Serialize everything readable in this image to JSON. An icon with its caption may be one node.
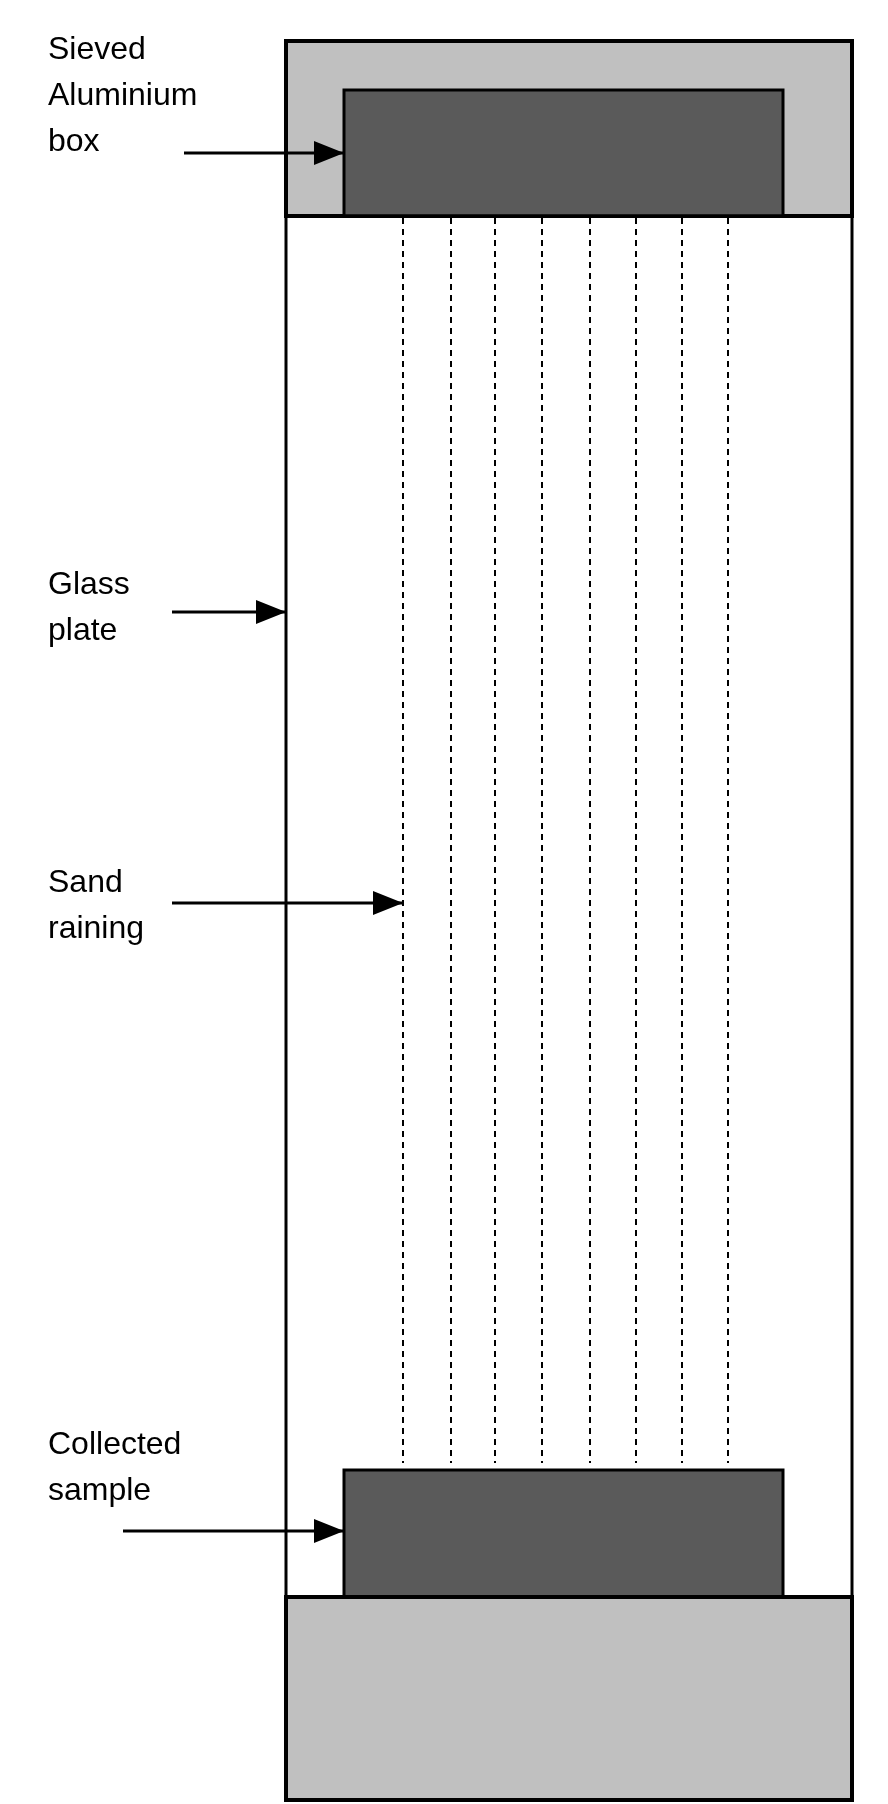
{
  "diagram": {
    "nodes": [
      {
        "text": [
          "Sieved Aluminium box"
        ]
      },
      {
        "text": [],
        "shape": "box"
      },
      {
        "text": [],
        "shape": "box",
        "in": 1
      },
      {
        "text": [
          "Glass plate"
        ]
      },
      {
        "text": [],
        "shape": "box"
      },
      {
        "text": [
          "Sand raining"
        ]
      },
      {
        "text": [],
        "shape": "line",
        "in": 4
      },
      {
        "text": [],
        "shape": "line",
        "in": 4
      },
      {
        "text": [],
        "shape": "line",
        "in": 4
      },
      {
        "text": [],
        "shape": "line",
        "in": 4
      },
      {
        "text": [],
        "shape": "line",
        "in": 4
      },
      {
        "text": [],
        "shape": "line",
        "in": 4
      },
      {
        "text": [],
        "shape": "line",
        "in": 4
      },
      {
        "text": [],
        "shape": "line",
        "in": 4
      },
      {
        "text": [
          "Collected sample"
        ]
      },
      {
        "text": [],
        "shape": "box",
        "in": 4
      },
      {
        "text": [],
        "shape": "box"
      }
    ],
    "edges": [
      {
        "from": 0,
        "to": 2,
        "arrow": "to"
      },
      {
        "from": 3,
        "to": 4,
        "arrow": "to"
      },
      {
        "from": 5,
        "to": 6,
        "arrow": "to"
      },
      {
        "from": 14,
        "to": 15,
        "arrow": "to"
      }
    ]
  }
}
